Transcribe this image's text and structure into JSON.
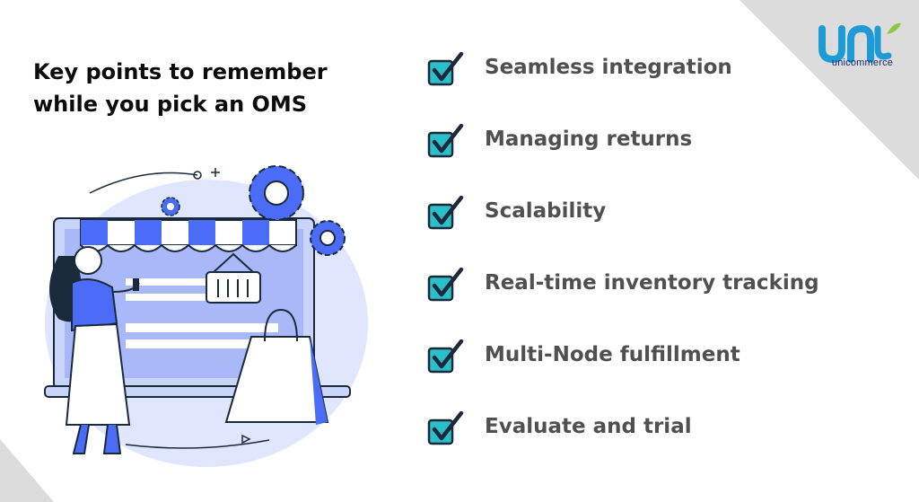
{
  "brand": {
    "logo_text": "unicommerce",
    "colors": {
      "logo_primary": "#1e9bd7",
      "logo_accent": "#8dc63f",
      "logo_text": "#1a2a6c"
    }
  },
  "heading": {
    "line1": "Key points to remember",
    "line2": "while you pick an OMS"
  },
  "key_points": [
    {
      "label": "Seamless integration",
      "icon": "checkbox-checked-icon"
    },
    {
      "label": "Managing returns",
      "icon": "checkbox-checked-icon"
    },
    {
      "label": "Scalability",
      "icon": "checkbox-checked-icon"
    },
    {
      "label": "Real-time inventory tracking",
      "icon": "checkbox-checked-icon"
    },
    {
      "label": "Multi-Node fulfillment",
      "icon": "checkbox-checked-icon"
    },
    {
      "label": "Evaluate and trial",
      "icon": "checkbox-checked-icon"
    }
  ],
  "colors": {
    "check_box": "#2bbfca",
    "check_mark": "#1b2a3a",
    "illustration_blue": "#4a6cf7",
    "illustration_light": "#c9d4fb",
    "corner_gray": "#d9d9d9"
  }
}
